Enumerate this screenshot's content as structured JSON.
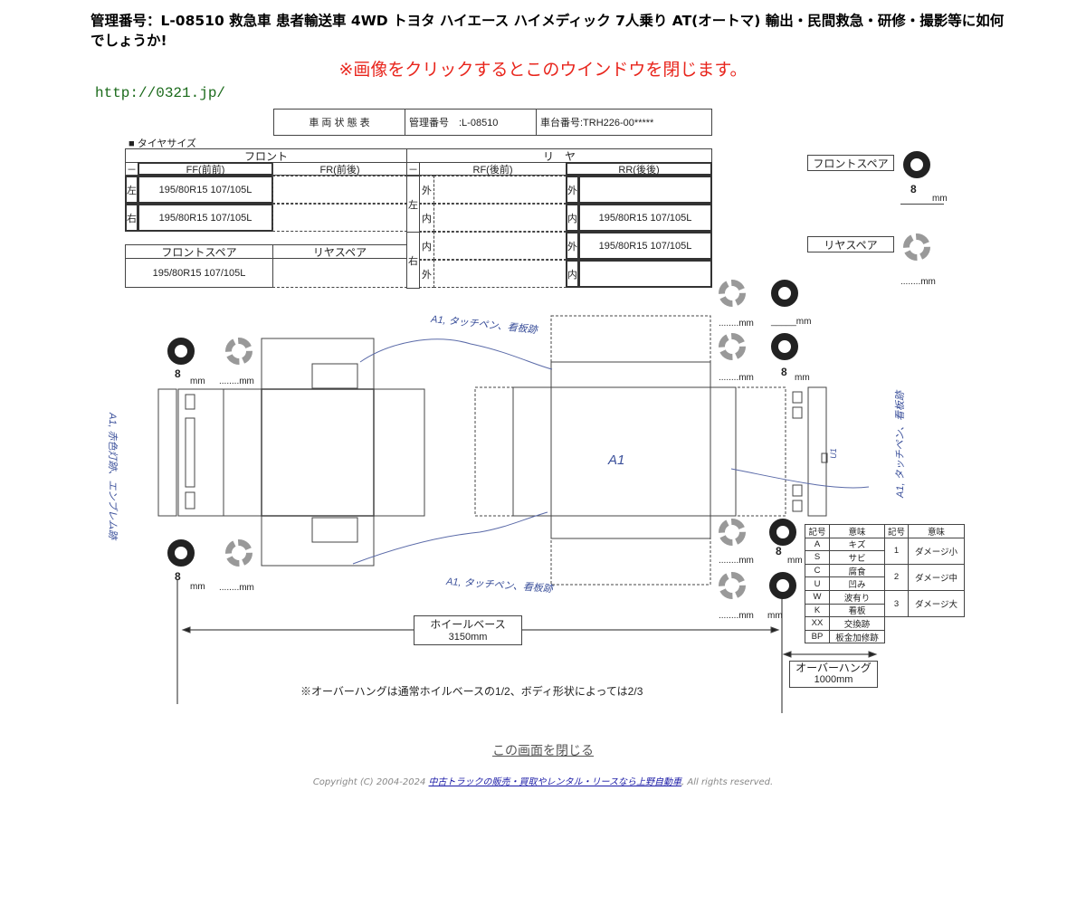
{
  "page": {
    "title": "管理番号：L-08510 救急車 患者輸送車 4WD トヨタ ハイエース ハイメディック 7人乗り AT(オートマ) 輸出・民間救急・研修・撮影等に如何でしょうか!",
    "notice": "※画像をクリックするとこのウインドウを閉じます。",
    "close_link": "この画面を閉じる",
    "copyright_prefix": "Copyright (C) 2004-2024 ",
    "copyright_link": "中古トラックの販売・買取やレンタル・リースなら上野自動車",
    "copyright_suffix": ", All rights reserved."
  },
  "sheet": {
    "url": "http://0321.jp/",
    "header": {
      "title": "車 両 状 態 表",
      "mgmt": "管理番号　:L-08510",
      "chassis": "車台番号:TRH226-00*****"
    },
    "tire_label": "■ タイヤサイズ",
    "front": {
      "label": "フロント",
      "dash": "－",
      "ff": "FF(前前)",
      "fr": "FR(前後)",
      "left": "左",
      "right": "右",
      "ff_left": "195/80R15 107/105L",
      "ff_right": "195/80R15 107/105L"
    },
    "rear": {
      "label": "リ　ヤ",
      "dash": "－",
      "rf": "RF(後前)",
      "rr": "RR(後後)",
      "left": "左",
      "right": "右",
      "outer": "外",
      "inner": "内",
      "rr_left_inner": "195/80R15 107/105L",
      "rr_right_outer": "195/80R15 107/105L"
    },
    "spare": {
      "front": "フロントスペア",
      "rear": "リヤスペア",
      "front_value": "195/80R15 107/105L"
    },
    "right_spare": {
      "front": "フロントスペア",
      "rear": "リヤスペア",
      "front_depth": "8",
      "unit": "mm",
      "dotted": "........mm"
    },
    "depths": {
      "fl": "8",
      "rl": "8",
      "rr1": "8",
      "rr2": "8",
      "unit": "mm",
      "dotted": "........mm",
      "under": "_____mm"
    },
    "annotations": {
      "roof_front": "A1, タッチペン、看板跡",
      "roof_bottom": "A1, タッチペン、看板跡",
      "left_side": "A1, 赤色灯跡、エンブレム跡",
      "right_side": "A1, タッチペン、看板跡",
      "center": "A1",
      "rear_small": "U1"
    },
    "wheelbase": {
      "label": "ホイールベース",
      "value": "3150mm"
    },
    "overhang": {
      "label": "オーバーハング",
      "value": "1000mm"
    },
    "note": "※オーバーハングは通常ホイルベースの1/2、ボディ形状によっては2/3",
    "legend": {
      "headers": [
        "記号",
        "意味",
        "記号",
        "意味"
      ],
      "rows": [
        [
          "A",
          "キズ"
        ],
        [
          "S",
          "サビ"
        ],
        [
          "C",
          "腐食"
        ],
        [
          "U",
          "凹み"
        ],
        [
          "W",
          "波有り"
        ],
        [
          "K",
          "看板"
        ],
        [
          "XX",
          "交換跡"
        ],
        [
          "BP",
          "板金加修跡"
        ]
      ],
      "levels": [
        [
          "1",
          "ダメージ小"
        ],
        [
          "2",
          "ダメージ中"
        ],
        [
          "3",
          "ダメージ大"
        ]
      ]
    }
  }
}
